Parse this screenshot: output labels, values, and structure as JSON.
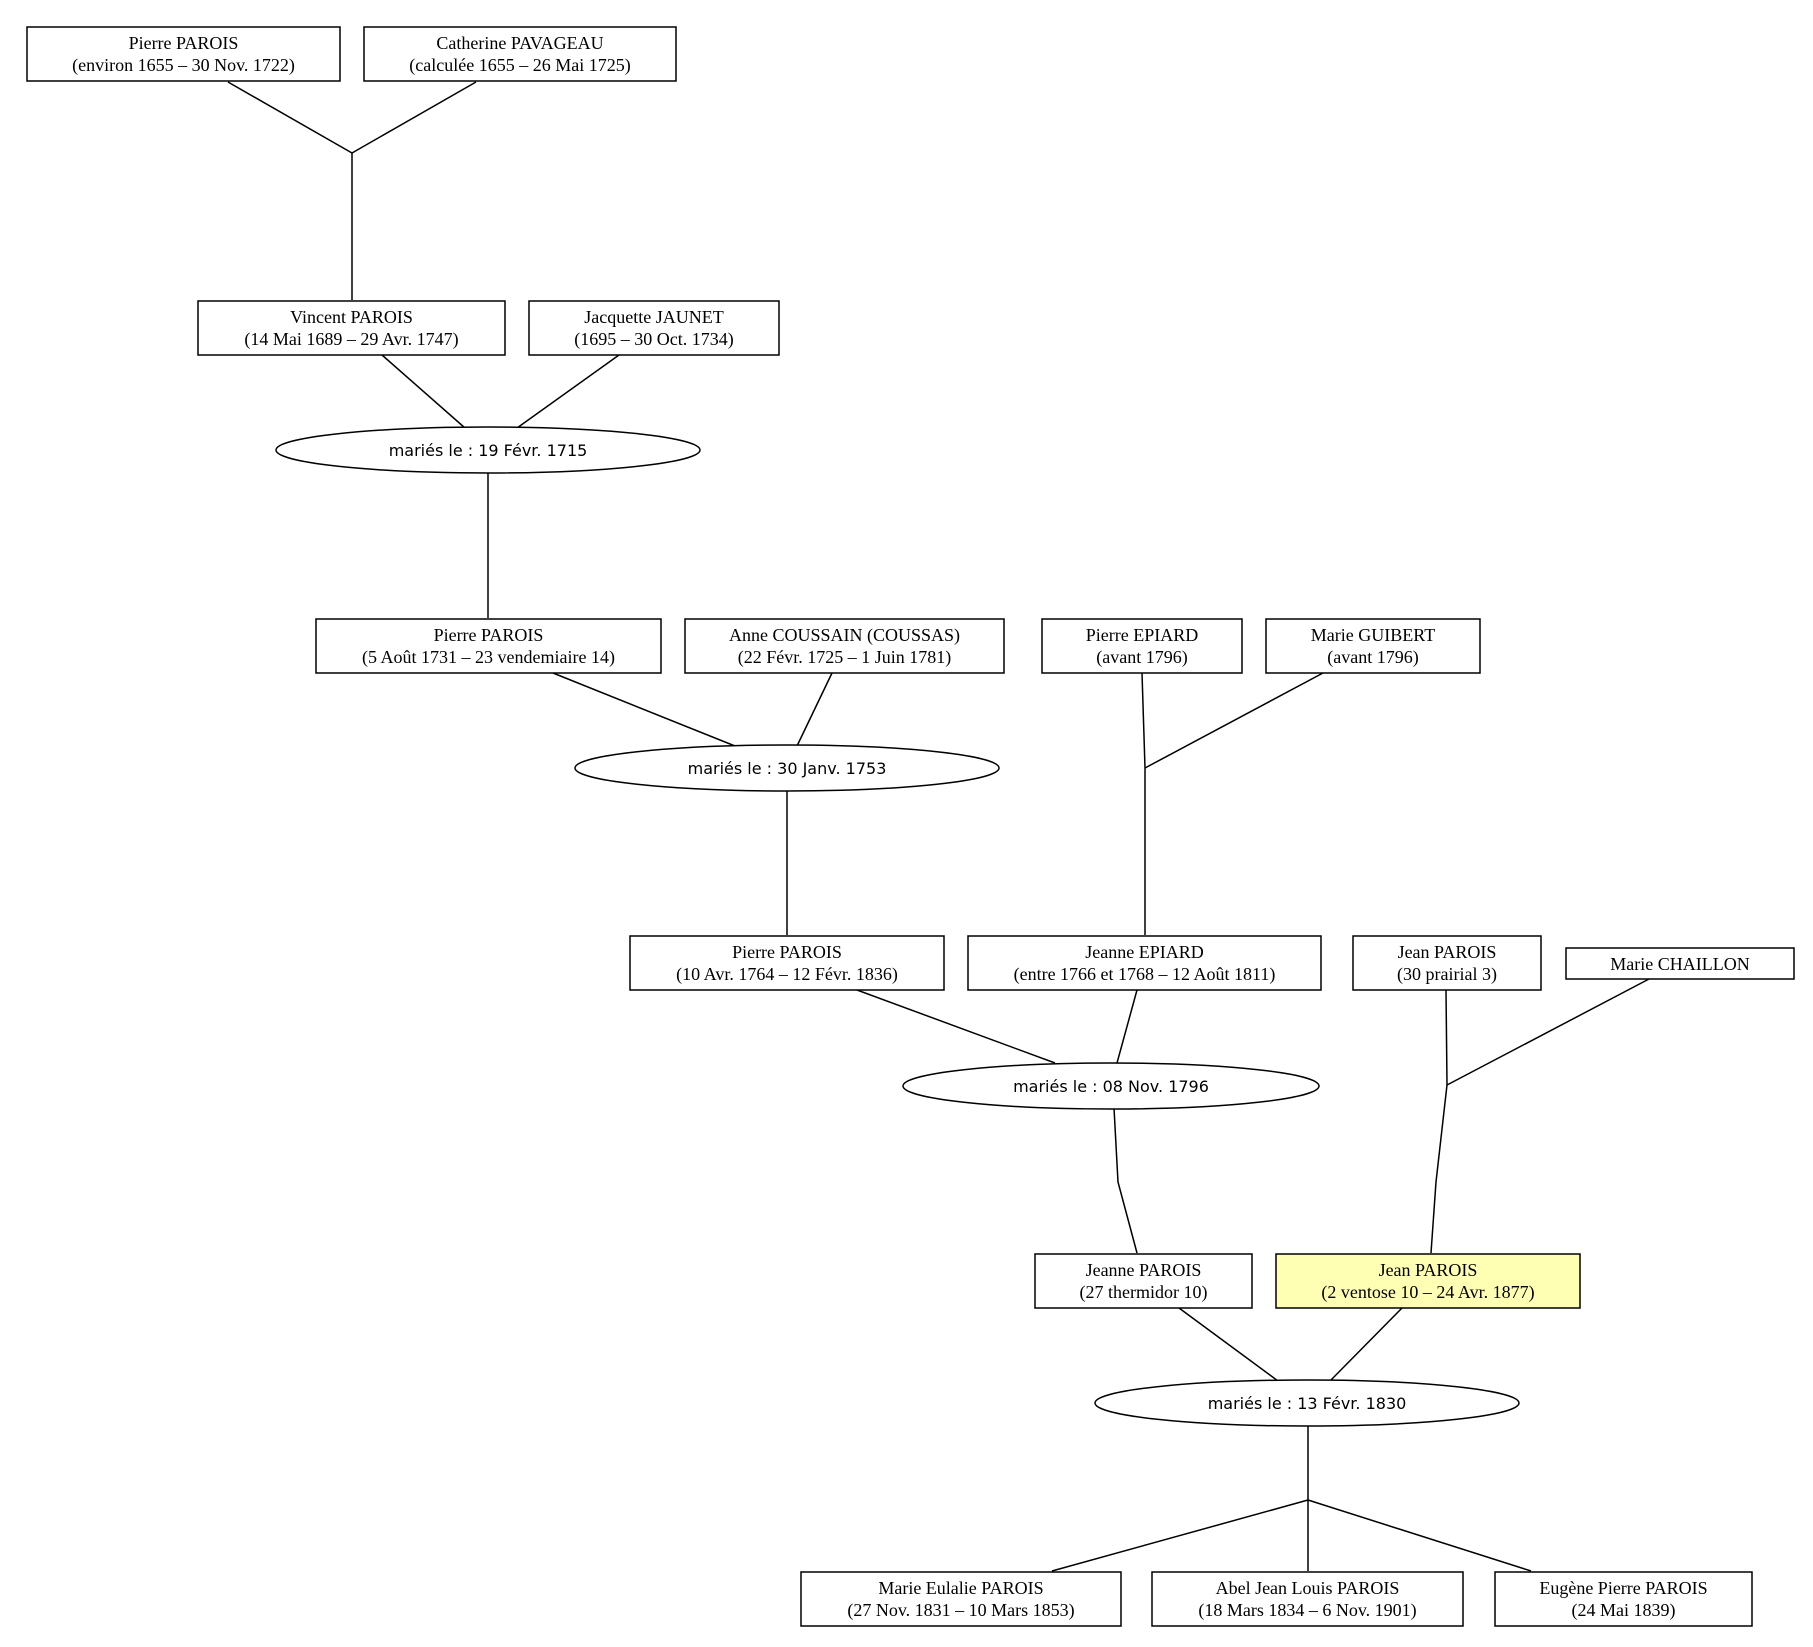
{
  "highlight_color": "#ffffb3",
  "persons": [
    {
      "id": "p1",
      "name": "Pierre PAROIS",
      "dates": "(environ 1655 – 30 Nov. 1722)"
    },
    {
      "id": "p2",
      "name": "Catherine PAVAGEAU",
      "dates": "(calculée 1655 – 26 Mai 1725)"
    },
    {
      "id": "p3",
      "name": "Vincent PAROIS",
      "dates": "(14 Mai 1689 – 29 Avr. 1747)"
    },
    {
      "id": "p4",
      "name": "Jacquette JAUNET",
      "dates": "(1695 – 30 Oct. 1734)"
    },
    {
      "id": "p5",
      "name": "Pierre PAROIS",
      "dates": "(5 Août 1731 – 23 vendemiaire 14)"
    },
    {
      "id": "p6",
      "name": "Anne COUSSAIN (COUSSAS)",
      "dates": "(22 Févr. 1725 – 1 Juin 1781)"
    },
    {
      "id": "p7",
      "name": "Pierre EPIARD",
      "dates": "(avant 1796)"
    },
    {
      "id": "p8",
      "name": "Marie GUIBERT",
      "dates": "(avant 1796)"
    },
    {
      "id": "p9",
      "name": "Pierre PAROIS",
      "dates": "(10 Avr. 1764 – 12 Févr. 1836)"
    },
    {
      "id": "p10",
      "name": "Jeanne EPIARD",
      "dates": "(entre 1766 et 1768 – 12 Août 1811)"
    },
    {
      "id": "p11",
      "name": "Jean PAROIS",
      "dates": "(30 prairial 3)"
    },
    {
      "id": "p12",
      "name": "Marie CHAILLON",
      "dates": ""
    },
    {
      "id": "p13",
      "name": "Jeanne PAROIS",
      "dates": "(27 thermidor 10)"
    },
    {
      "id": "p14",
      "name": "Jean PAROIS",
      "dates": "(2 ventose 10 – 24 Avr. 1877)",
      "highlighted": true
    },
    {
      "id": "p15",
      "name": "Marie Eulalie PAROIS",
      "dates": "(27 Nov. 1831 – 10 Mars 1853)"
    },
    {
      "id": "p16",
      "name": "Abel Jean Louis PAROIS",
      "dates": "(18 Mars 1834 – 6 Nov. 1901)"
    },
    {
      "id": "p17",
      "name": "Eugène Pierre PAROIS",
      "dates": "(24 Mai 1839)"
    }
  ],
  "marriages": [
    {
      "id": "m1",
      "label": "mariés le : 19 Févr. 1715"
    },
    {
      "id": "m2",
      "label": "mariés le : 30 Janv. 1753"
    },
    {
      "id": "m3",
      "label": "mariés le : 08 Nov. 1796"
    },
    {
      "id": "m4",
      "label": "mariés le : 13 Févr. 1830"
    }
  ]
}
